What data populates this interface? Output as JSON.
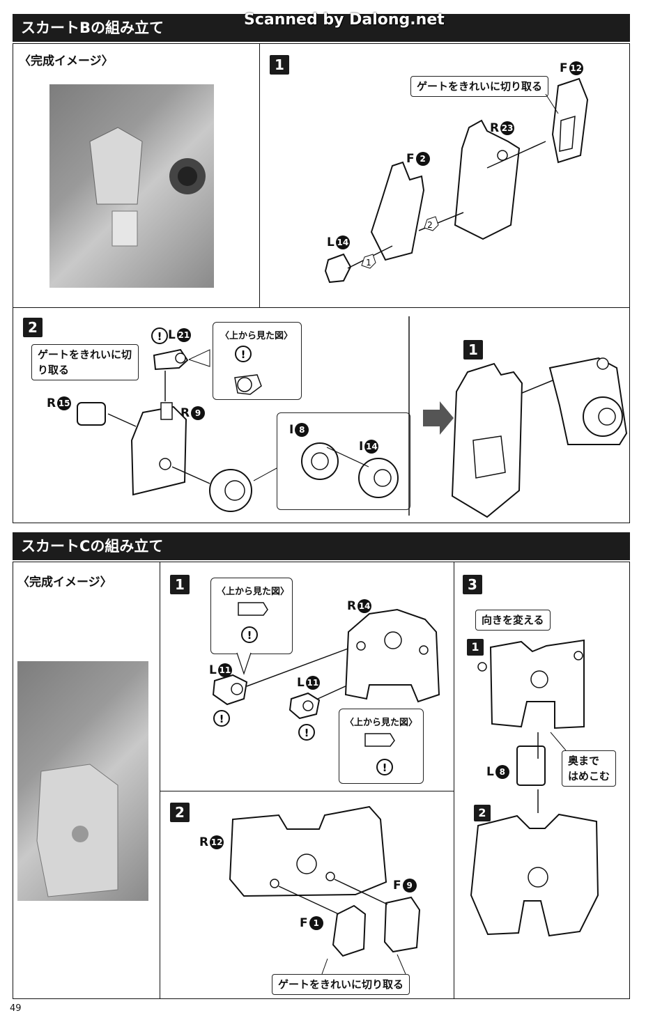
{
  "watermark": "Scanned by Dalong.net",
  "section_b": {
    "title": "スカートBの組み立て",
    "complete_image": "〈完成イメージ〉",
    "step1": {
      "num": "1",
      "gate_note": "ゲートをきれいに切り取る",
      "parts": [
        {
          "letter": "F",
          "num": "12"
        },
        {
          "letter": "R",
          "num": "23"
        },
        {
          "letter": "F",
          "num": "2"
        },
        {
          "letter": "L",
          "num": "14"
        }
      ],
      "order": [
        "1",
        "2"
      ]
    },
    "step2": {
      "num": "2",
      "gate_note": "ゲートをきれいに切り取る",
      "top_view": "〈上から見た図〉",
      "parts": [
        {
          "letter": "L",
          "num": "21"
        },
        {
          "letter": "R",
          "num": "15"
        },
        {
          "letter": "R",
          "num": "9"
        },
        {
          "letter": "I",
          "num": "8"
        },
        {
          "letter": "I",
          "num": "14"
        }
      ],
      "ref_step": "1",
      "caution": "!"
    }
  },
  "section_c": {
    "title": "スカートCの組み立て",
    "complete_image": "〈完成イメージ〉",
    "step1": {
      "num": "1",
      "top_view_a": "〈上から見た図〉",
      "top_view_b": "〈上から見た図〉",
      "parts": [
        {
          "letter": "R",
          "num": "14"
        },
        {
          "letter": "L",
          "num": "11"
        },
        {
          "letter": "L",
          "num": "11"
        }
      ]
    },
    "step2": {
      "num": "2",
      "gate_note": "ゲートをきれいに切り取る",
      "parts": [
        {
          "letter": "R",
          "num": "12"
        },
        {
          "letter": "F",
          "num": "9"
        },
        {
          "letter": "F",
          "num": "1"
        }
      ]
    },
    "step3": {
      "num": "3",
      "turn_note": "向きを変える",
      "push_note_1": "奥まで",
      "push_note_2": "はめこむ",
      "sub1": "1",
      "sub2": "2",
      "parts": [
        {
          "letter": "L",
          "num": "8"
        }
      ]
    }
  },
  "page_number": "49"
}
